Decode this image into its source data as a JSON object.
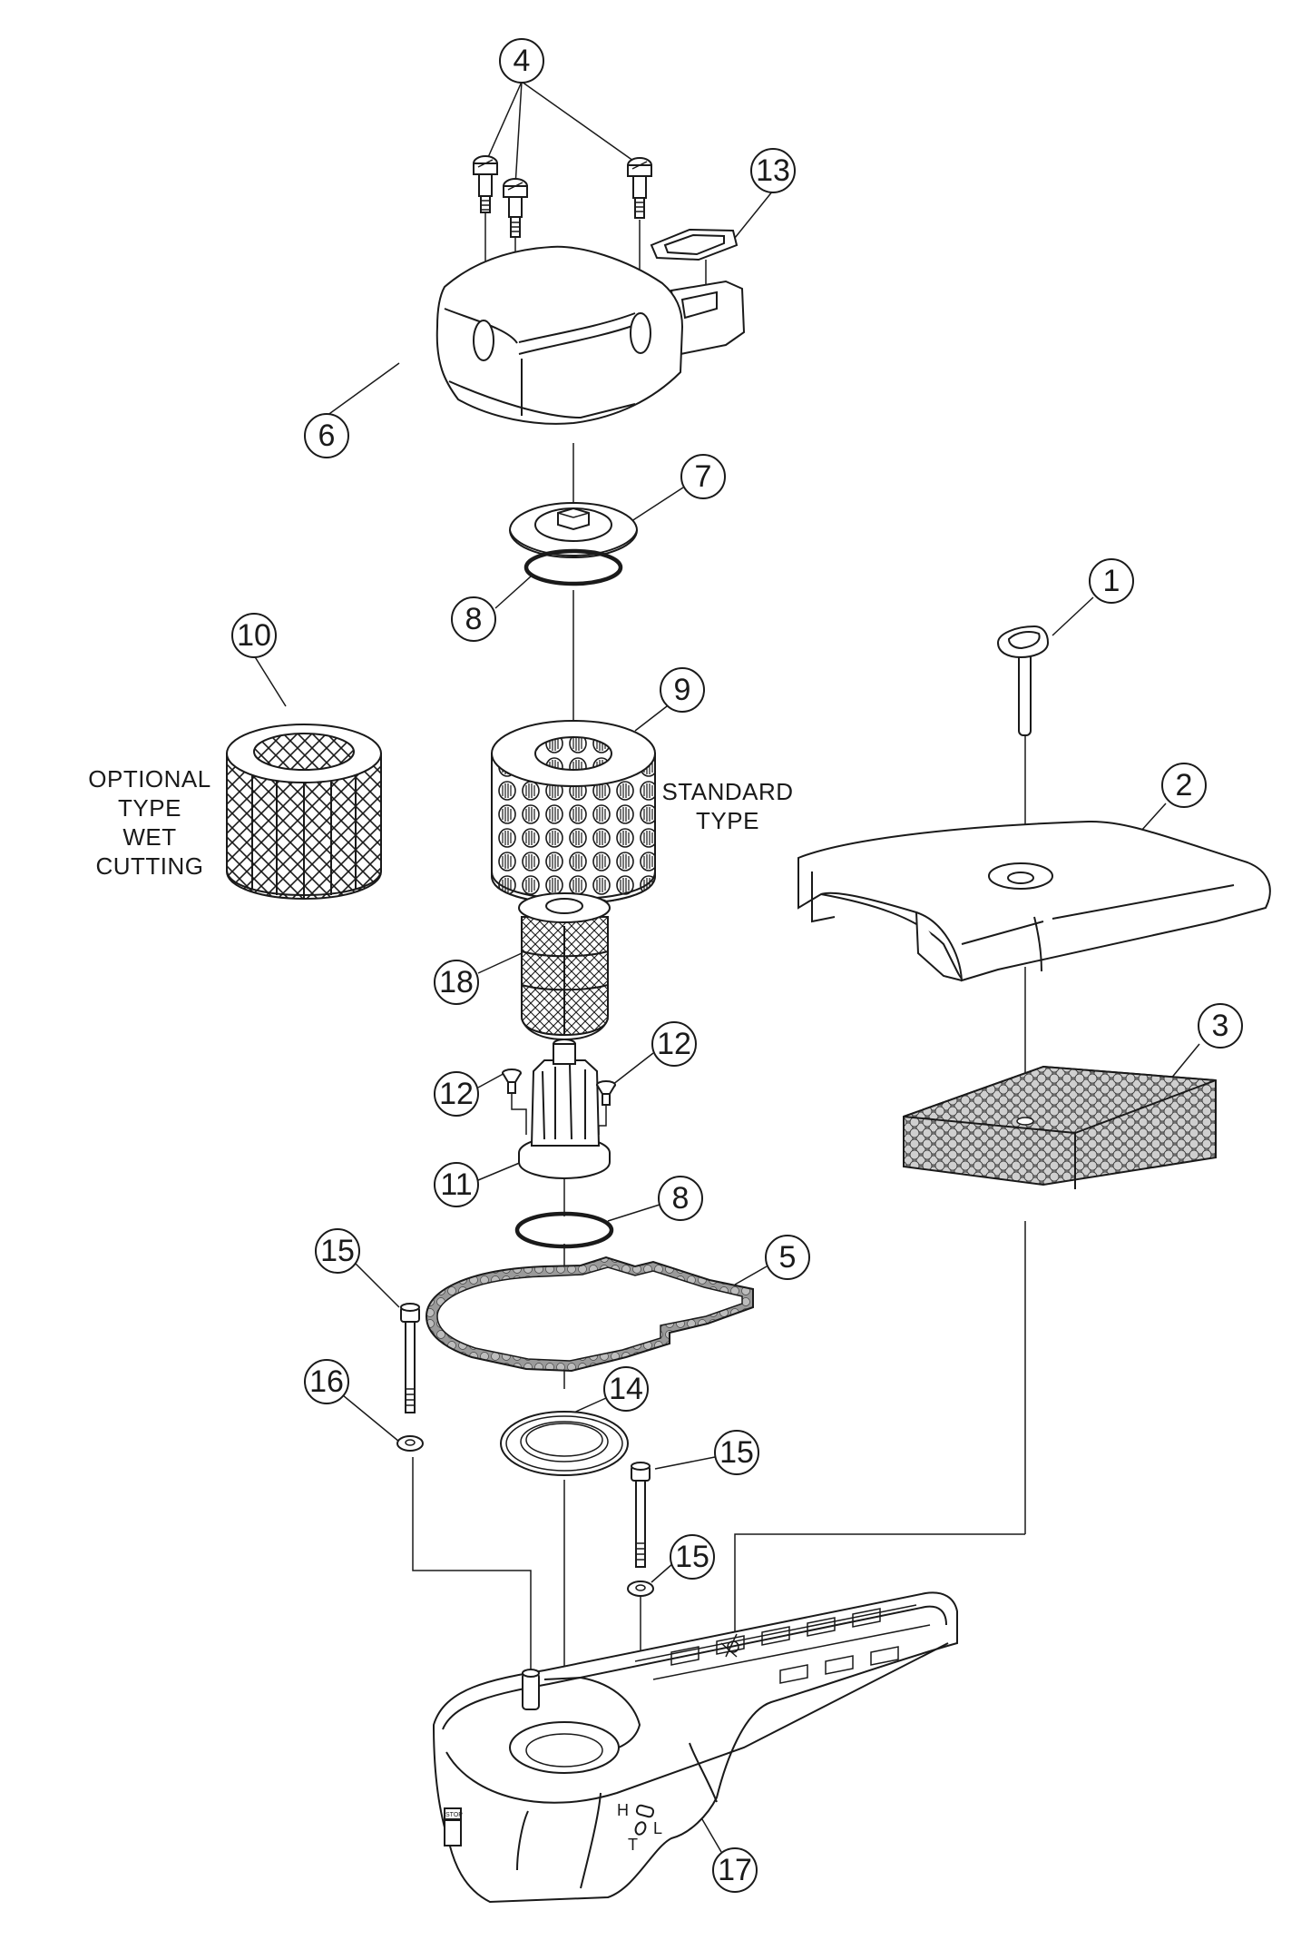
{
  "diagram": {
    "title": "Air filter assembly – exploded parts view",
    "line_color": "#1a1a1a",
    "background": "#ffffff",
    "callouts": [
      {
        "id": "c4",
        "label": "4",
        "part": "cover screws (x3)"
      },
      {
        "id": "c13",
        "label": "13",
        "part": "rectangular seal"
      },
      {
        "id": "c6",
        "label": "6",
        "part": "filter cover"
      },
      {
        "id": "c7",
        "label": "7",
        "part": "filter retaining nut"
      },
      {
        "id": "c8a",
        "label": "8",
        "part": "o-ring (upper)"
      },
      {
        "id": "c9",
        "label": "9",
        "part": "standard filter element"
      },
      {
        "id": "c10",
        "label": "10",
        "part": "optional wet cutting filter"
      },
      {
        "id": "c1",
        "label": "1",
        "part": "quarter-turn fastener"
      },
      {
        "id": "c2",
        "label": "2",
        "part": "pre-filter cover"
      },
      {
        "id": "c3",
        "label": "3",
        "part": "foam pre-filter"
      },
      {
        "id": "c18",
        "label": "18",
        "part": "inner mesh filter"
      },
      {
        "id": "c12a",
        "label": "12",
        "part": "screw (right)"
      },
      {
        "id": "c12b",
        "label": "12",
        "part": "screw (left)"
      },
      {
        "id": "c11",
        "label": "11",
        "part": "filter support"
      },
      {
        "id": "c8b",
        "label": "8",
        "part": "o-ring (lower)"
      },
      {
        "id": "c15a",
        "label": "15",
        "part": "long bolt (left)"
      },
      {
        "id": "c5",
        "label": "5",
        "part": "gasket"
      },
      {
        "id": "c16",
        "label": "16",
        "part": "washer"
      },
      {
        "id": "c14",
        "label": "14",
        "part": "seal ring"
      },
      {
        "id": "c15b",
        "label": "15",
        "part": "long bolt (right)"
      },
      {
        "id": "c15c",
        "label": "15",
        "part": "washer (right)"
      },
      {
        "id": "c17",
        "label": "17",
        "part": "filter housing base"
      }
    ],
    "notes": {
      "optional": [
        "OPTIONAL",
        "TYPE",
        "WET",
        "CUTTING"
      ],
      "standard": [
        "STANDARD",
        "TYPE"
      ]
    },
    "housing_marks": {
      "h": "H",
      "l": "L",
      "t": "T",
      "switch": "STOP"
    }
  }
}
